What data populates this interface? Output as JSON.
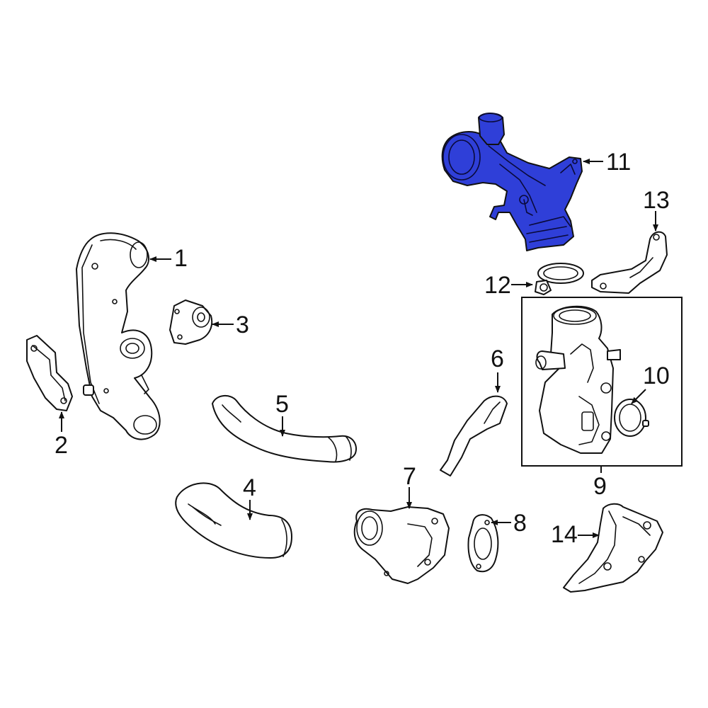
{
  "highlight_color": "#2f3fd8",
  "callouts": {
    "c1": "1",
    "c2": "2",
    "c3": "3",
    "c4": "4",
    "c5": "5",
    "c6": "6",
    "c7": "7",
    "c8": "8",
    "c9": "9",
    "c10": "10",
    "c11": "11",
    "c12": "12",
    "c13": "13",
    "c14": "14"
  }
}
